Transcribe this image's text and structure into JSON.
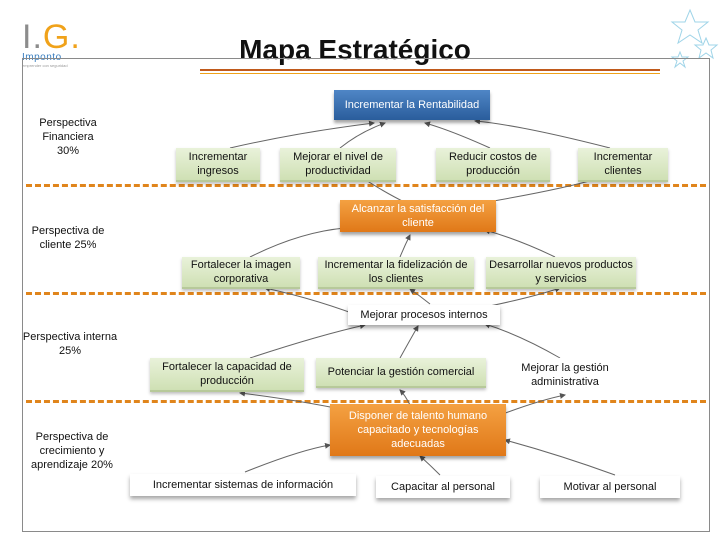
{
  "logo": {
    "mark_main": "I.",
    "mark_accent": "G.",
    "sub": "Imponto",
    "tagline": "emprender con seguridad"
  },
  "title": "Mapa Estratégico",
  "perspectives": {
    "financiera": "Perspectiva Financiera 30%",
    "cliente": "Perspectiva de cliente 25%",
    "interna": "Perspectiva interna 25%",
    "crecimiento": "Perspectiva de crecimiento y aprendizaje 20%"
  },
  "objectives": {
    "rentabilidad": "Incrementar la Rentabilidad",
    "ingresos": "Incrementar ingresos",
    "productividad": "Mejorar el nivel de productividad",
    "costos": "Reducir costos de producción",
    "clientes": "Incrementar clientes",
    "satisfaccion": "Alcanzar la satisfacción del cliente",
    "imagen": "Fortalecer la imagen corporativa",
    "fidelizacion": "Incrementar la fidelización de los clientes",
    "nuevos_productos": "Desarrollar nuevos productos y servicios",
    "procesos": "Mejorar procesos internos",
    "capacidad": "Fortalecer la capacidad de producción",
    "comercial": "Potenciar la gestión comercial",
    "administrativa": "Mejorar la gestión administrativa",
    "talento": "Disponer de talento humano capacitado y tecnologías adecuadas",
    "sistemas": "Incrementar sistemas de información",
    "capacitar": "Capacitar al personal",
    "motivar": "Motivar al personal"
  },
  "colors": {
    "blue": "#2a5d9c",
    "orange": "#e07818",
    "green": "#cfe0b4",
    "separator": "#e0851c"
  }
}
